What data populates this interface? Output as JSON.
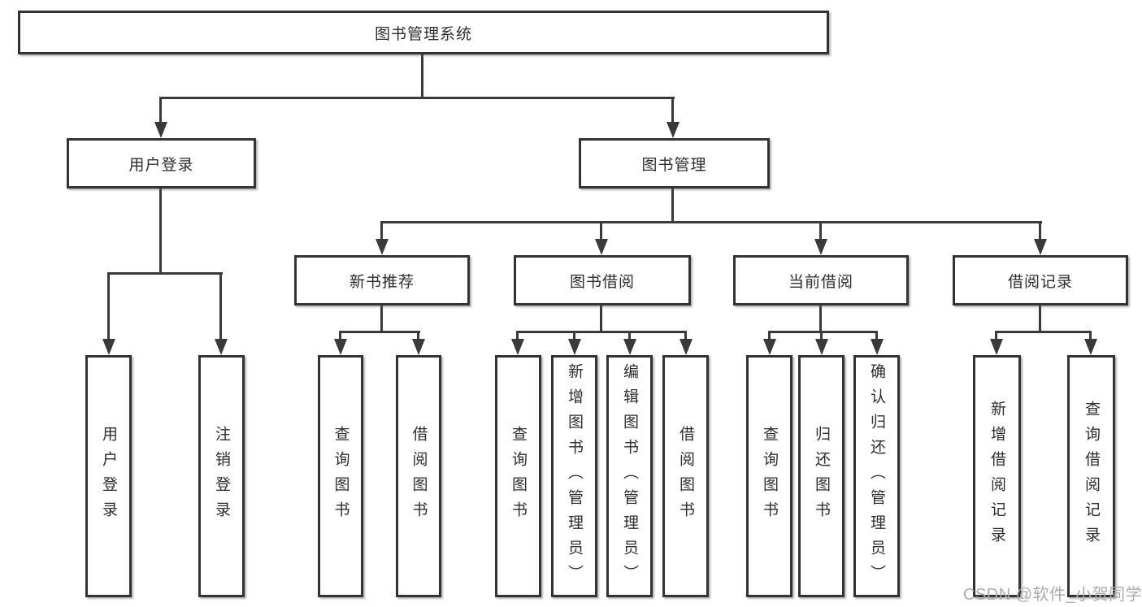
{
  "colors": {
    "line": "#3a3a3a",
    "border": "#333333",
    "text": "#2d2d2d",
    "wm": "#a9acb0",
    "bg": "#ffffff"
  },
  "watermark": {
    "text": "CSDN @软件_小贺同学"
  },
  "nodes": {
    "root": "图书管理系统",
    "level2": [
      "用户登录",
      "图书管理"
    ],
    "level3": [
      "新书推荐",
      "图书借阅",
      "当前借阅",
      "借阅记录"
    ],
    "leaves": {
      "user_login": [
        "用户登录",
        "注销登录"
      ],
      "new_book_recommend": [
        "查询图书",
        "借阅图书"
      ],
      "book_borrow": [
        "查询图书",
        "新增图书（管理员）",
        "编辑图书（管理员）",
        "借阅图书"
      ],
      "current_borrow": [
        "查询图书",
        "归还图书",
        "确认归还（管理员）"
      ],
      "borrow_records": [
        "新增借阅记录",
        "查询借阅记录"
      ]
    }
  }
}
